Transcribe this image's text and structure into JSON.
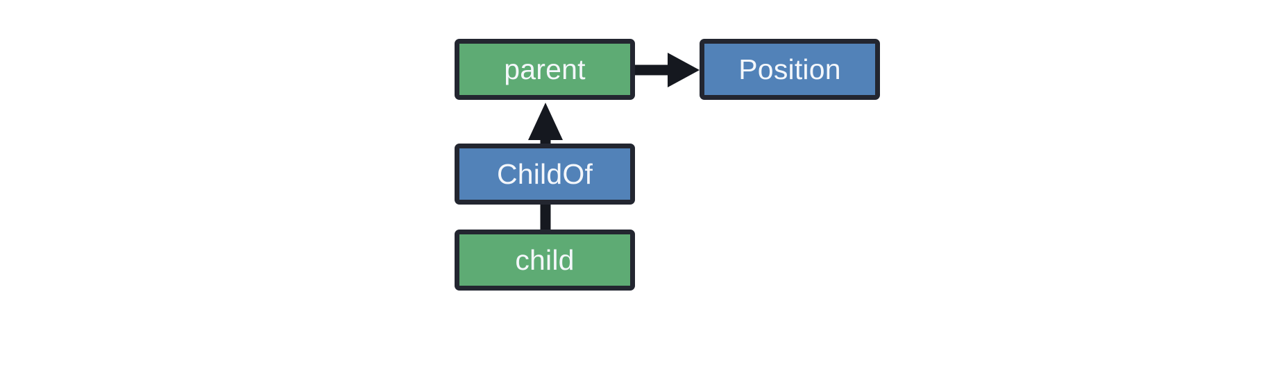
{
  "diagram": {
    "type": "entity-component-relationship",
    "background_color": "#ffffff",
    "border_color": "#232630",
    "entity_color": "#5eab74",
    "component_color": "#5282b8",
    "label_color": "#f4f7fb",
    "edge_color": "#15181f",
    "nodes": [
      {
        "id": "parent",
        "label": "parent",
        "kind": "entity"
      },
      {
        "id": "position",
        "label": "Position",
        "kind": "component"
      },
      {
        "id": "childof",
        "label": "ChildOf",
        "kind": "component"
      },
      {
        "id": "child",
        "label": "child",
        "kind": "entity"
      }
    ],
    "edges": [
      {
        "id": "parent-to-position",
        "from": "parent",
        "to": "position",
        "arrow": "directed",
        "orientation": "horizontal"
      },
      {
        "id": "childof-to-parent",
        "from": "childof",
        "to": "parent",
        "arrow": "directed",
        "orientation": "vertical"
      },
      {
        "id": "child-to-childof",
        "from": "child",
        "to": "childof",
        "arrow": "undirected",
        "orientation": "vertical"
      }
    ]
  }
}
